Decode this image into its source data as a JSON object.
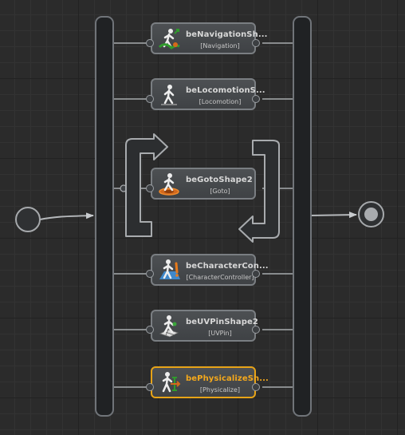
{
  "nodes": [
    {
      "title": "beNavigationSh...",
      "subtitle": "[Navigation]",
      "icon": "navigation-walker-icon",
      "selected": false
    },
    {
      "title": "beLocomotionS...",
      "subtitle": "[Locomotion]",
      "icon": "locomotion-walker-icon",
      "selected": false
    },
    {
      "title": "beGotoShape2",
      "subtitle": "[Goto]",
      "icon": "goto-walker-icon",
      "selected": false
    },
    {
      "title": "beCharacterCon...",
      "subtitle": "[CharacterController]",
      "icon": "character-controller-icon",
      "selected": false
    },
    {
      "title": "beUVPinShape2",
      "subtitle": "[UVPin]",
      "icon": "uvpin-walker-icon",
      "selected": false
    },
    {
      "title": "bePhysicalizeSh...",
      "subtitle": "[Physicalize]",
      "icon": "physicalize-walker-icon",
      "selected": true
    }
  ],
  "colors": {
    "background": "#2b2b2b",
    "node_border": "#7a7e82",
    "selected_border": "#e7a317",
    "wire": "#a8abae"
  }
}
